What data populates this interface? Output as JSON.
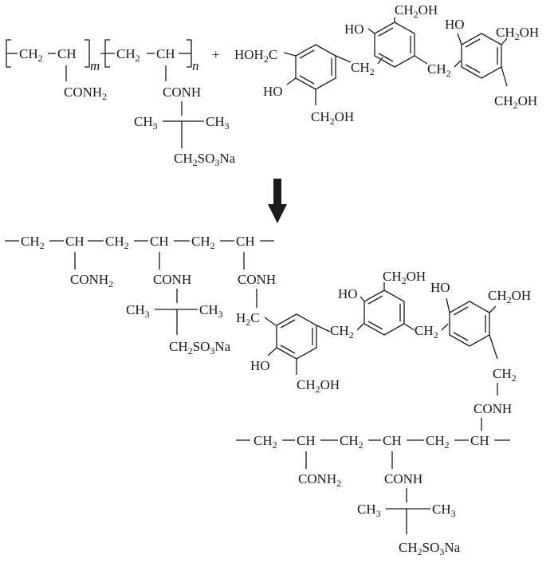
{
  "colors": {
    "ink": "#1a1a1a",
    "background": "#ffffff"
  },
  "groups": {
    "ch2": "CH2",
    "ch": "CH",
    "conh2": "CONH2",
    "conh": "CONH",
    "ch3": "CH3",
    "ch2so3na": "CH2SO3Na",
    "ch2oh": "CH2OH",
    "hoh2c": "HOH2C",
    "h2c": "H2C",
    "ho": "HO",
    "plus": "+",
    "m": "m",
    "n": "n"
  },
  "icons": {
    "reaction_arrow": "arrow-down-icon"
  }
}
